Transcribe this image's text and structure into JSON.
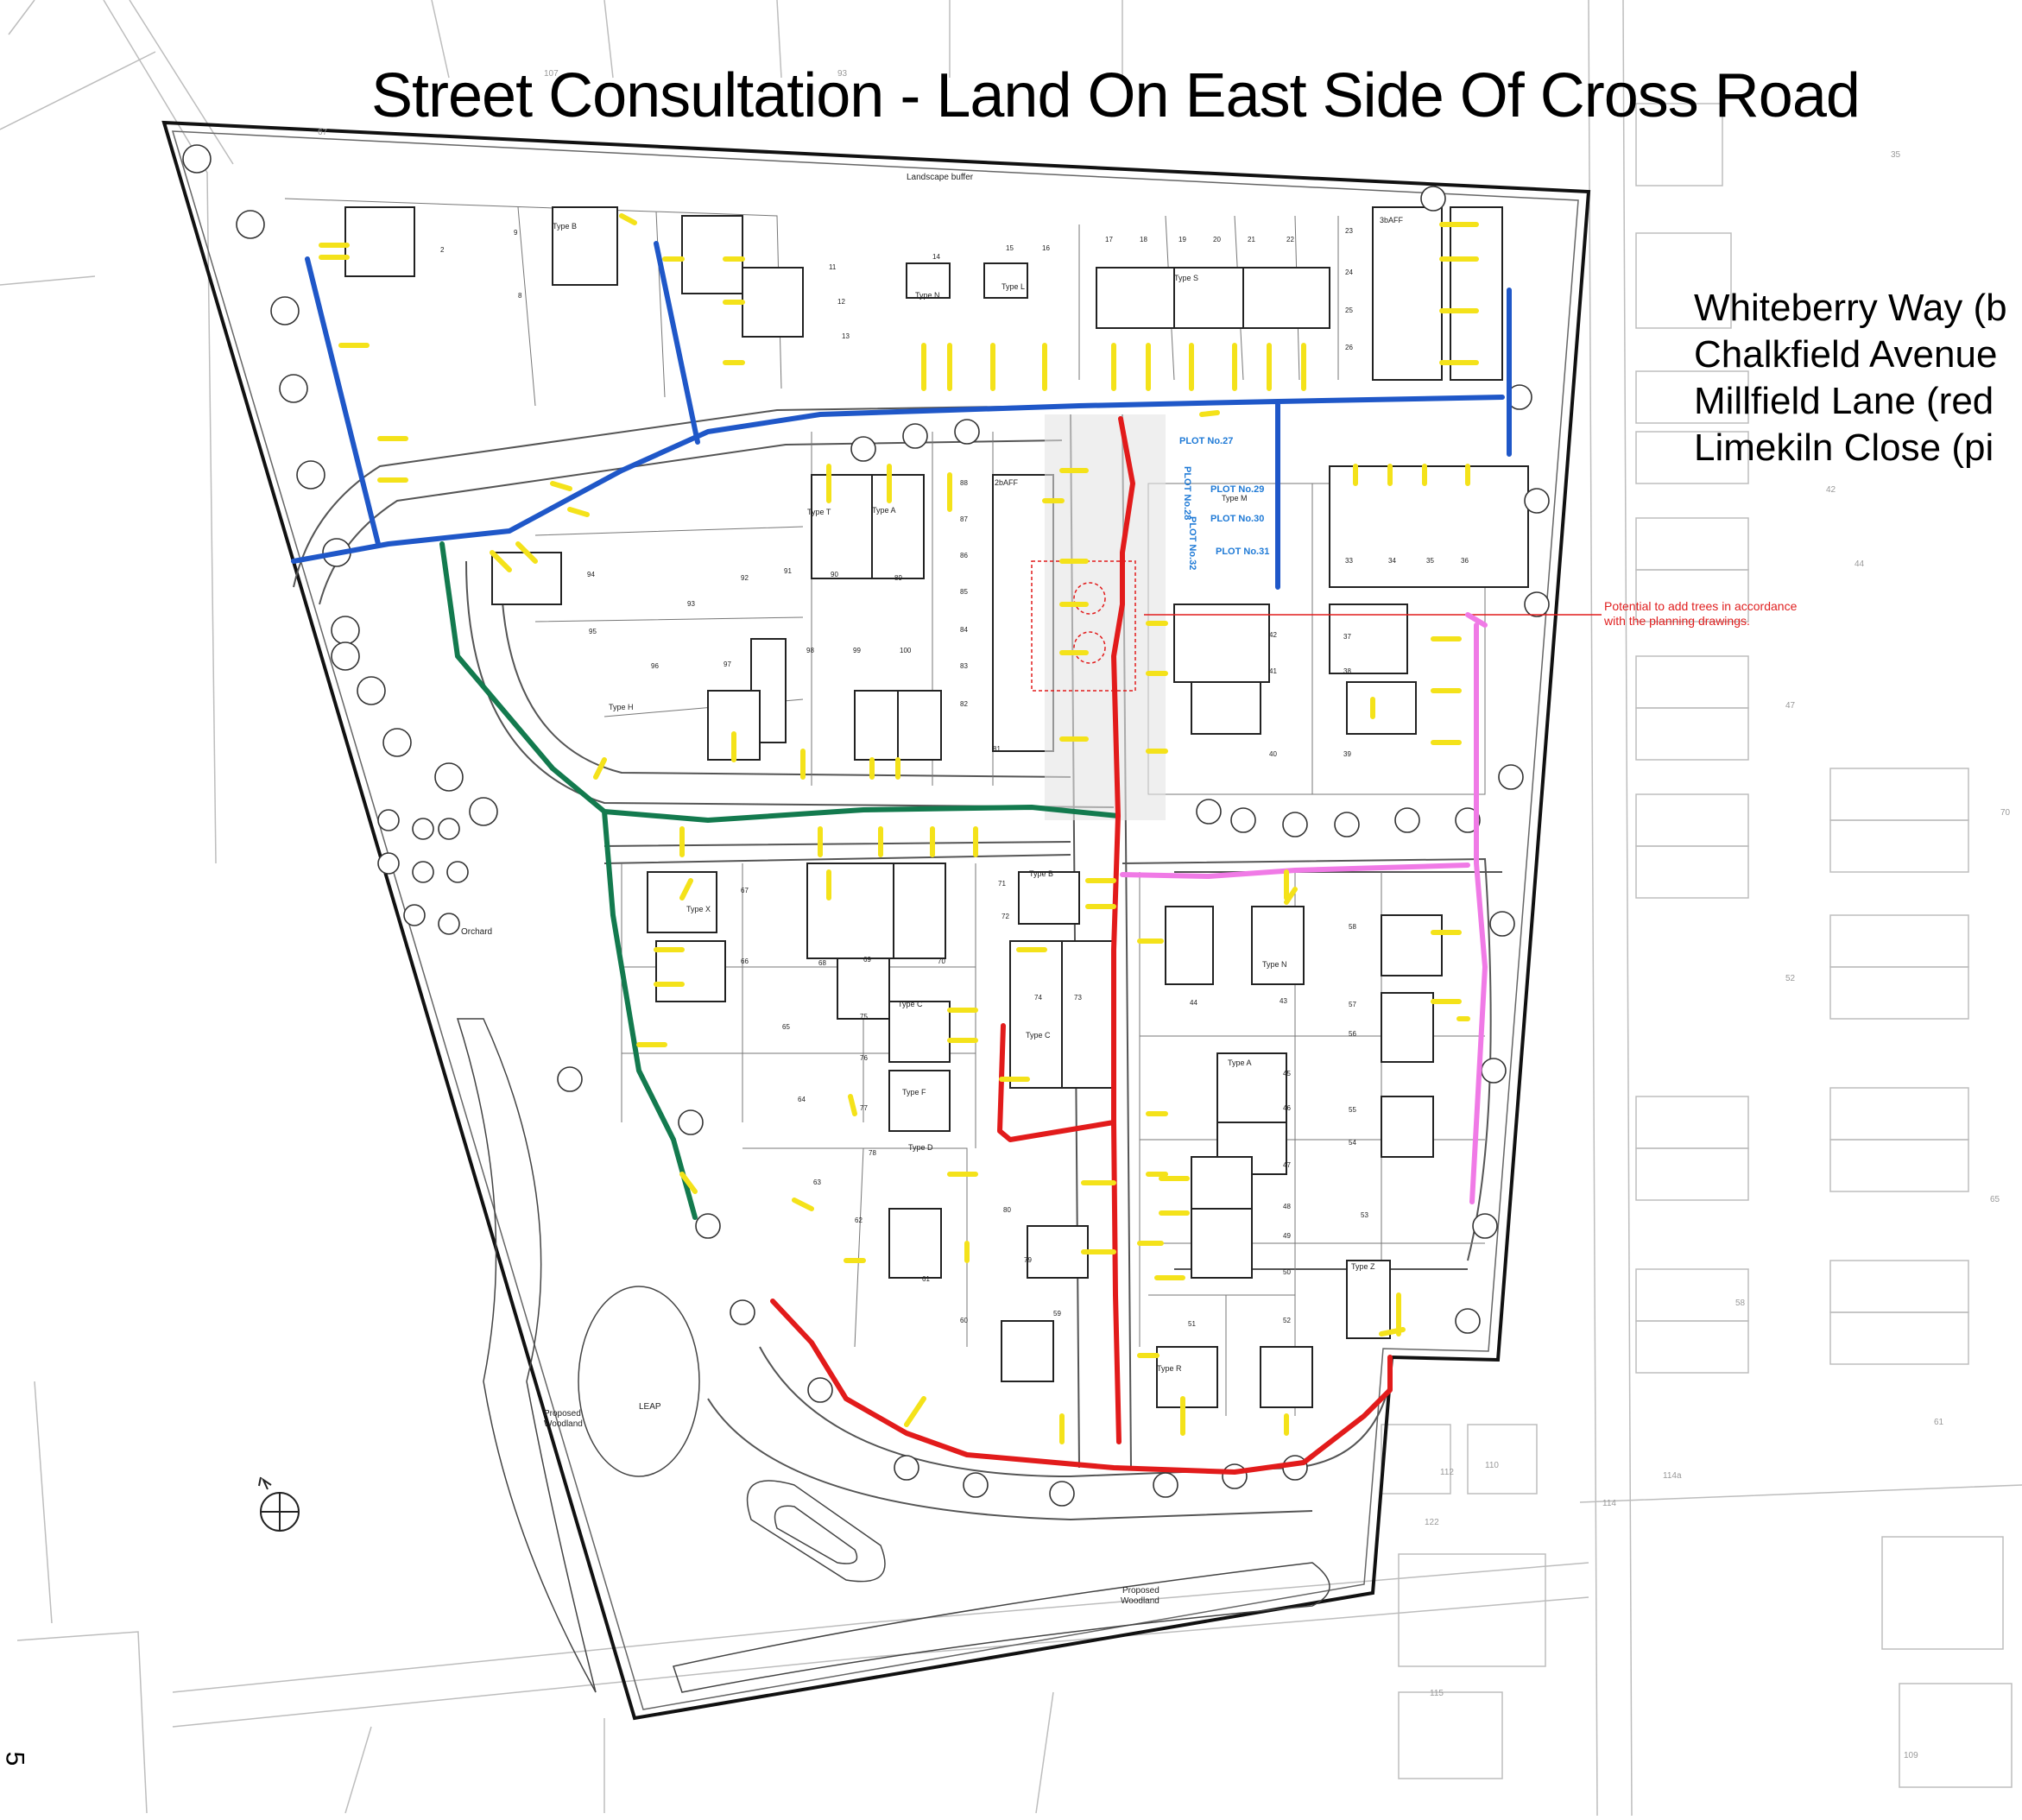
{
  "title": "Street Consultation - Land On East Side Of Cross Road",
  "legend": [
    {
      "label": "Whiteberry Way (b",
      "color": "#1f57c8"
    },
    {
      "label": "Chalkfield Avenue",
      "color": "#137a4e"
    },
    {
      "label": "Millfield Lane (red",
      "color": "#e21b1b"
    },
    {
      "label": "Limekiln Close (pi",
      "color": "#f07ae6"
    }
  ],
  "page_number": "5",
  "annotation": {
    "line1": "Potential to add trees in accordance",
    "line2": "with the planning drawings."
  },
  "area_labels": {
    "landscape_buffer": "Landscape buffer",
    "orchard": "Orchard",
    "leap": "LEAP",
    "woodland_west_1": "Proposed",
    "woodland_west_2": "Woodland",
    "woodland_south_1": "Proposed",
    "woodland_south_2": "Woodland"
  },
  "plot_labels": {
    "p27": "PLOT No.27",
    "p29": "PLOT No.29",
    "p30": "PLOT No.30",
    "p31": "PLOT No.31",
    "p28": "PLOT No.28",
    "p32": "PLOT No.32"
  },
  "house_types": {
    "t1": "Type B",
    "t2": "Type N",
    "t3": "Type T",
    "t4": "Type A",
    "t5": "Type X",
    "t6": "Type C",
    "t7": "Type L",
    "t8": "Type F",
    "t9": "Type D",
    "t10": "Type R",
    "t11": "2bAFF",
    "t12": "3bAFF",
    "t13": "Type Z",
    "t14": "Type H",
    "t15": "Type B",
    "t16": "Type S",
    "t17": "Type M",
    "t18": "Type A",
    "t19": "Type N",
    "t20": "Type C"
  },
  "plot_numbers": {
    "n1": "2",
    "n2": "9",
    "n3": "8",
    "n4": "11",
    "n5": "12",
    "n6": "13",
    "n7": "14",
    "n8": "15",
    "n9": "16",
    "n10": "17",
    "n11": "18",
    "n12": "19",
    "n13": "20",
    "n14": "21",
    "n15": "22",
    "n16": "23",
    "n17": "24",
    "n18": "25",
    "n19": "26",
    "n20": "33",
    "n21": "34",
    "n22": "35",
    "n23": "36",
    "n24": "37",
    "n25": "38",
    "n26": "39",
    "n27": "40",
    "n28": "41",
    "n29": "42",
    "n30": "43",
    "n31": "44",
    "n32": "45",
    "n33": "46",
    "n34": "47",
    "n35": "48",
    "n36": "49",
    "n37": "50",
    "n38": "51",
    "n39": "52",
    "n40": "53",
    "n41": "54",
    "n42": "55",
    "n43": "56",
    "n44": "57",
    "n45": "58",
    "n46": "59",
    "n47": "60",
    "n48": "61",
    "n49": "62",
    "n50": "63",
    "n51": "64",
    "n52": "65",
    "n53": "66",
    "n54": "67",
    "n55": "68",
    "n56": "69",
    "n57": "70",
    "n58": "71",
    "n59": "72",
    "n60": "73",
    "n61": "74",
    "n62": "75",
    "n63": "76",
    "n64": "77",
    "n65": "78",
    "n66": "79",
    "n67": "80",
    "n68": "81",
    "n69": "82",
    "n70": "83",
    "n71": "84",
    "n72": "85",
    "n73": "86",
    "n74": "87",
    "n75": "88",
    "n76": "89",
    "n77": "90",
    "n78": "91",
    "n79": "92",
    "n80": "93",
    "n81": "94",
    "n82": "95",
    "n83": "96",
    "n84": "97",
    "n85": "98",
    "n86": "99",
    "n87": "100"
  },
  "context_numbers": {
    "c1": "107",
    "c2": "93",
    "c3": "67",
    "c4": "35",
    "c5": "42",
    "c6": "44",
    "c7": "47",
    "c8": "70",
    "c9": "52",
    "c10": "65",
    "c11": "58",
    "c12": "61",
    "c13": "114a",
    "c14": "112",
    "c15": "110",
    "c16": "114",
    "c17": "122",
    "c18": "115",
    "c19": "109"
  },
  "colors": {
    "blue": "#1f57c8",
    "green": "#137a4e",
    "red": "#e21b1b",
    "pink": "#f07ae6",
    "yellow": "#f4e21a",
    "line": "#444444",
    "faint": "#b4b4b4"
  },
  "icons": [
    "north-arrow-icon",
    "tree-icon"
  ]
}
